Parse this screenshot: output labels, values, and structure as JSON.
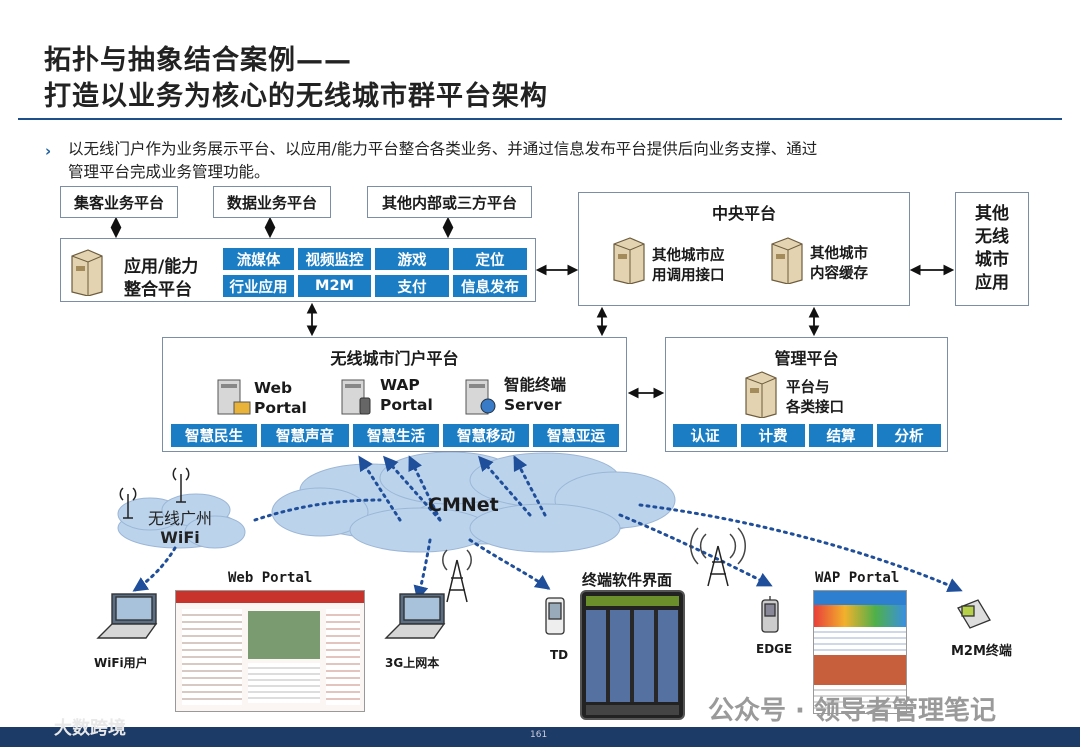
{
  "title": {
    "line1": "拓扑与抽象结合案例——",
    "line2": "打造以业务为核心的无线城市群平台架构"
  },
  "bullet": {
    "mark": "›",
    "line1": "以无线门户作为业务展示平台、以应用/能力平台整合各类业务、并通过信息发布平台提供后向业务支撑、通过",
    "line2": "管理平台完成业务管理功能。"
  },
  "top_tags": [
    "集客业务平台",
    "数据业务平台",
    "其他内部或三方平台"
  ],
  "app_platform": {
    "label_line1": "应用/能力",
    "label_line2": "整合平台",
    "cells": [
      "流媒体",
      "视频监控",
      "游戏",
      "定位",
      "行业应用",
      "M2M",
      "支付",
      "信息发布"
    ]
  },
  "central_platform": {
    "title": "中央平台",
    "item1_line1": "其他城市应",
    "item1_line2": "用调用接口",
    "item2_line1": "其他城市",
    "item2_line2": "内容缓存"
  },
  "other_city": {
    "line1": "其他",
    "line2": "无线",
    "line3": "城市",
    "line4": "应用"
  },
  "portal_platform": {
    "title": "无线城市门户平台",
    "web_line1": "Web",
    "web_line2": "Portal",
    "wap_line1": "WAP",
    "wap_line2": "Portal",
    "smart_line1": "智能终端",
    "smart_line2": "Server",
    "cells": [
      "智慧民生",
      "智慧声音",
      "智慧生活",
      "智慧移动",
      "智慧亚运"
    ]
  },
  "mgmt_platform": {
    "title": "管理平台",
    "item_line1": "平台与",
    "item_line2": "各类接口",
    "cells": [
      "认证",
      "计费",
      "结算",
      "分析"
    ]
  },
  "network": {
    "cmnet": "CMNet",
    "wifi_line1": "无线广州",
    "wifi_line2": "WiFi"
  },
  "devices": {
    "wifi_user": "WiFi用户",
    "web_portal": "Web Portal",
    "3g": "3G上网本",
    "td": "TD",
    "terminal_ui": "终端软件界面",
    "edge": "EDGE",
    "wap_portal": "WAP Portal",
    "m2m": "M2M终端"
  },
  "footer": {
    "page_number": "161",
    "watermark_right": "公众号 · 领导者管理笔记",
    "watermark_left": "大数跨境"
  },
  "colors": {
    "accent_blue": "#1b7ec4",
    "rule_navy": "#1c4f8c",
    "dotted_link": "#1f4e9a",
    "cloud": "#bcd3ec"
  }
}
